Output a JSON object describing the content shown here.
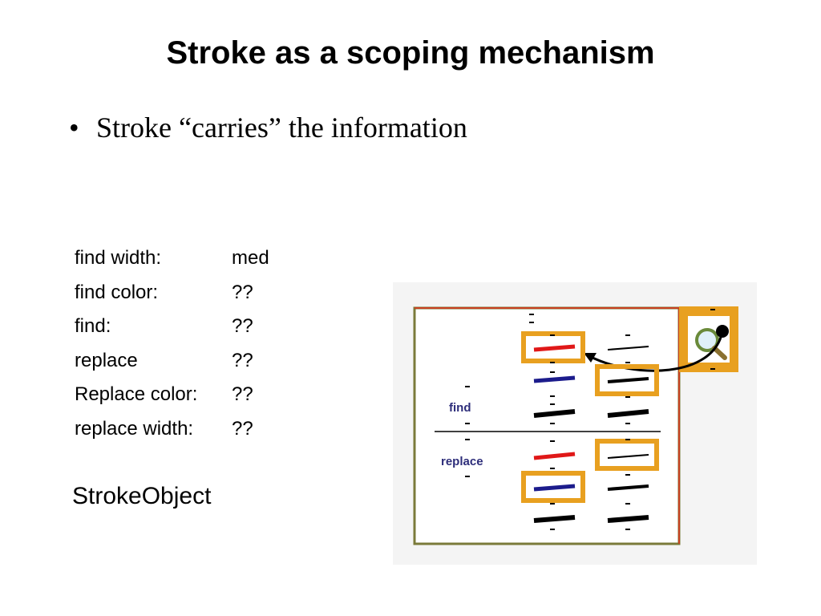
{
  "slide": {
    "title": "Stroke as a scoping mechanism",
    "bullet": "Stroke “carries” the information",
    "caption": "StrokeObject"
  },
  "properties": [
    {
      "key": "find width:",
      "value": "med"
    },
    {
      "key": "find color:",
      "value": "??"
    },
    {
      "key": "find:",
      "value": "??"
    },
    {
      "key": "replace",
      "value": "??"
    },
    {
      "key": "Replace color:",
      "value": "??"
    },
    {
      "key": "replace width:",
      "value": "??"
    }
  ],
  "figure": {
    "find_label": "find",
    "replace_label": "replace",
    "colors": {
      "highlight": "#e8a020",
      "red_stroke": "#e01818",
      "blue_stroke": "#1c1c8c",
      "black_stroke": "#000000"
    }
  }
}
